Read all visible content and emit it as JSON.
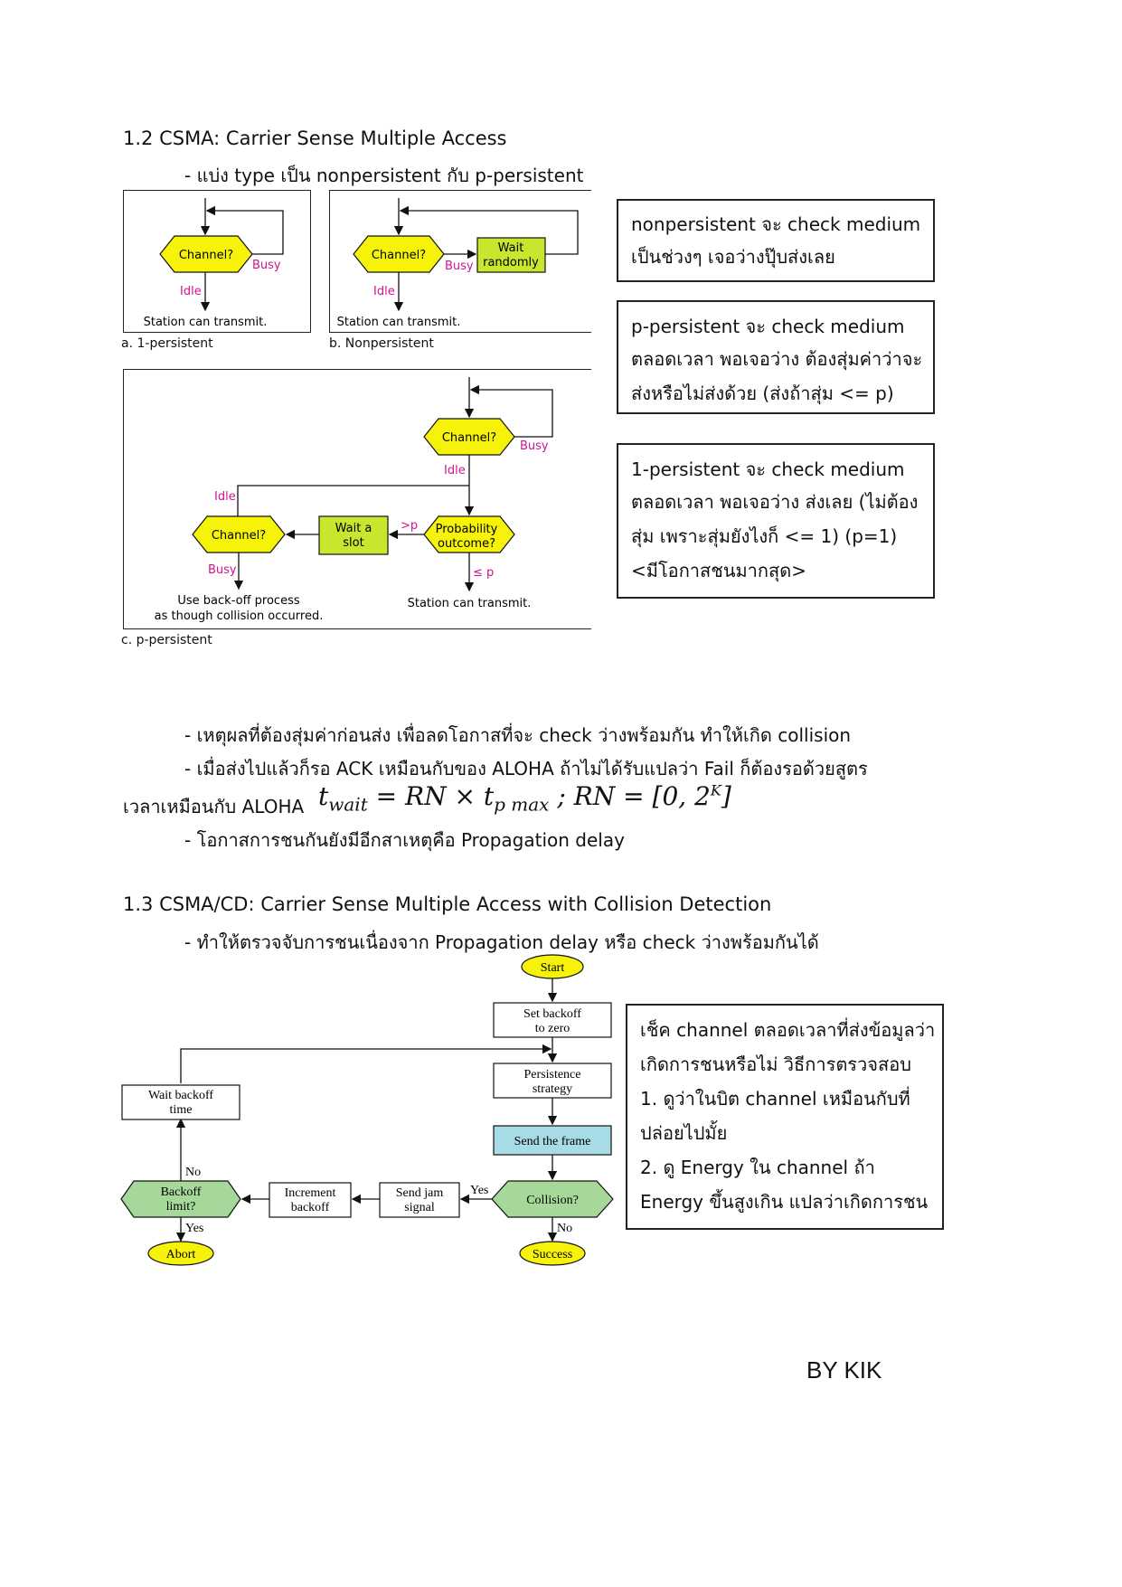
{
  "section12": {
    "heading": "1.2 CSMA: Carrier Sense Multiple Access",
    "bullet": "- แบ่ง type เป็น nonpersistent กับ p-persistent"
  },
  "fig_a": {
    "caption": "a. 1-persistent",
    "channel": "Channel?",
    "busy": "Busy",
    "idle": "Idle",
    "transmit": "Station can transmit."
  },
  "fig_b": {
    "caption": "b. Nonpersistent",
    "channel": "Channel?",
    "busy": "Busy",
    "idle": "Idle",
    "wait_line1": "Wait",
    "wait_line2": "randomly",
    "transmit": "Station can transmit."
  },
  "fig_c": {
    "caption": "c. p-persistent",
    "channel_top": "Channel?",
    "busy_top": "Busy",
    "idle_top": "Idle",
    "idle_left": "Idle",
    "channel_left": "Channel?",
    "busy_left": "Busy",
    "wait_line1": "Wait a",
    "wait_line2": "slot",
    "gt_p": ">p",
    "prob_line1": "Probability",
    "prob_line2": "outcome?",
    "le_p": "≤ p",
    "backoff_line1": "Use back-off process",
    "backoff_line2": "as though collision occurred.",
    "transmit": "Station can transmit."
  },
  "notes": {
    "nonpersistent": [
      "nonpersistent จะ check medium",
      "เป็นช่วงๆ เจอว่างปุ๊บส่งเลย"
    ],
    "p_persistent": [
      "p-persistent จะ check medium",
      "ตลอดเวลา พอเจอว่าง ต้องสุ่มค่าว่าจะ",
      "ส่งหรือไม่ส่งด้วย (ส่งถ้าสุ่ม <= p)"
    ],
    "one_persistent": [
      "1-persistent จะ check medium",
      "ตลอดเวลา พอเจอว่าง ส่งเลย (ไม่ต้อง",
      "สุ่ม เพราะสุ่มยังไงก็ <= 1) (p=1)",
      "<มีโอกาสชนมากสุด>"
    ],
    "csmacd": [
      "เช็ค channel ตลอดเวลาที่ส่งข้อมูลว่า",
      "เกิดการชนหรือไม่ วิธีการตรวจสอบ",
      "1. ดูว่าในบิต channel เหมือนกับที่",
      "ปล่อยไปมั้ย",
      "2. ดู Energy ใน channel ถ้า",
      "Energy ขึ้นสูงเกิน แปลว่าเกิดการชน"
    ]
  },
  "paragraphs": {
    "reason": "- เหตุผลที่ต้องสุ่มค่าก่อนส่ง เพื่อลดโอกาสที่จะ check ว่างพร้อมกัน ทำให้เกิด collision",
    "ack": "- เมื่อส่งไปแล้วก็รอ ACK เหมือนกับของ ALOHA ถ้าไม่ได้รับแปลว่า Fail ก็ต้องรอด้วยสูตร",
    "ack_cont": "เวลาเหมือนกับ ALOHA",
    "propagation": "- โอกาสการชนกันยังมีอีกสาเหตุคือ Propagation delay"
  },
  "formula": {
    "t": "t",
    "wait_sub": "wait",
    "eq1": " = RN × t",
    "pmax_sub": "p max",
    "sep": " ; RN = [0, 2",
    "k_sup": "K",
    "close": "]"
  },
  "section13": {
    "heading": "1.3 CSMA/CD: Carrier Sense Multiple Access with Collision Detection",
    "bullet": "- ทำให้ตรวจจับการชนเนื่องจาก Propagation delay หรือ check ว่างพร้อมกันได้"
  },
  "flow": {
    "start": "Start",
    "set_backoff_1": "Set backoff",
    "set_backoff_2": "to zero",
    "persist_1": "Persistence",
    "persist_2": "strategy",
    "send_frame": "Send the frame",
    "collision": "Collision?",
    "yes_collision": "Yes",
    "no_collision": "No",
    "success": "Success",
    "jam_1": "Send jam",
    "jam_2": "signal",
    "inc_1": "Increment",
    "inc_2": "backoff",
    "limit_1": "Backoff",
    "limit_2": "limit?",
    "no_limit": "No",
    "yes_limit": "Yes",
    "abort": "Abort",
    "wait_1": "Wait backoff",
    "wait_2": "time"
  },
  "footer": "BY KIK",
  "colors": {
    "yellow": "#f7f20a",
    "green_box": "#c8e62e",
    "flow_green": "#a6d89a",
    "flow_blue": "#a7dbe6",
    "magenta": "#d0148f"
  }
}
